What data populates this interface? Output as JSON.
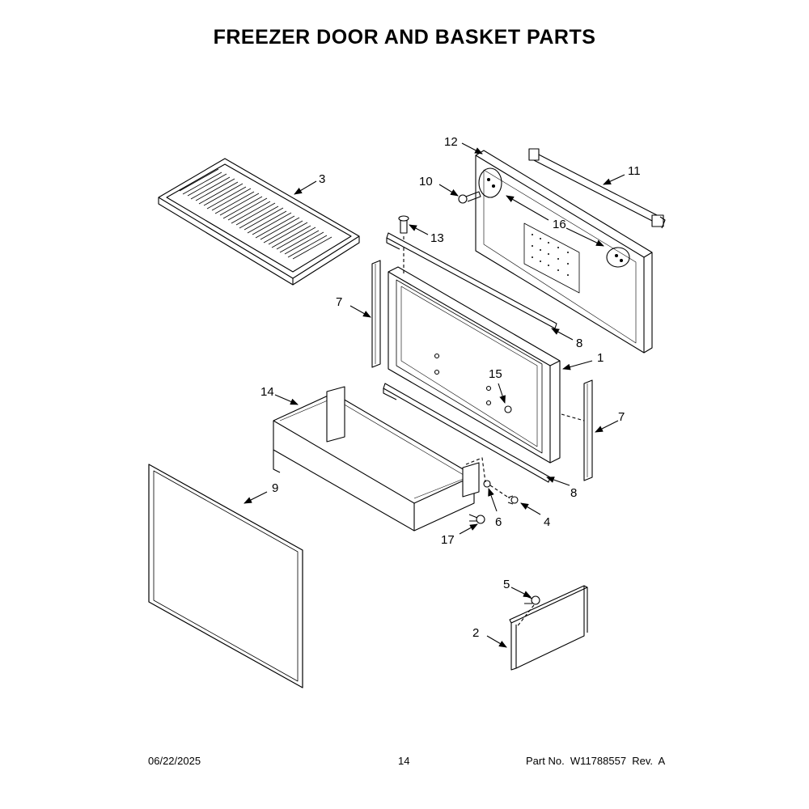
{
  "title": "FREEZER DOOR AND BASKET PARTS",
  "callouts": {
    "c1": "1",
    "c2": "2",
    "c3": "3",
    "c4": "4",
    "c5": "5",
    "c6": "6",
    "c7a": "7",
    "c7b": "7",
    "c8a": "8",
    "c8b": "8",
    "c9": "9",
    "c10": "10",
    "c11": "11",
    "c12": "12",
    "c13": "13",
    "c14": "14",
    "c15": "15",
    "c16": "16",
    "c17": "17"
  },
  "footer": {
    "date": "06/22/2025",
    "page": "14",
    "part": "Part No.  W11788557  Rev.  A"
  }
}
